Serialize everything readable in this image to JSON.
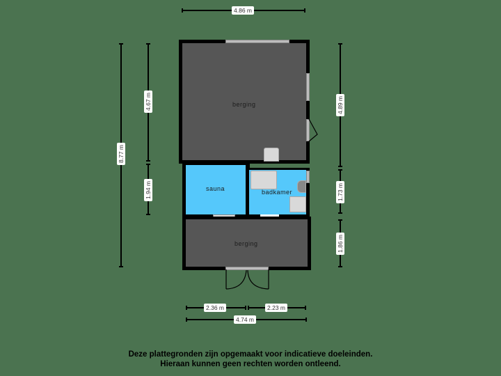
{
  "floorplan": {
    "rooms": [
      {
        "id": "berging-top",
        "label": "berging",
        "color": "#565656"
      },
      {
        "id": "sauna",
        "label": "sauna",
        "color": "#55c8fb"
      },
      {
        "id": "badkamer",
        "label": "badkamer",
        "color": "#55c8fb"
      },
      {
        "id": "berging-bottom",
        "label": "berging",
        "color": "#565656"
      }
    ],
    "dimensions": {
      "top_width": "4.86 m",
      "left_total": "8.77 m",
      "left_upper": "4.67 m",
      "left_lower": "1.94 m",
      "right_upper": "4.89 m",
      "right_middle": "1.73 m",
      "right_lower": "1.86 m",
      "bottom_left": "2.36 m",
      "bottom_right": "2.23 m",
      "bottom_total": "4.74 m"
    },
    "background_color": "#4b7350"
  },
  "footer": {
    "line1": "Deze plattegronden zijn opgemaakt voor indicatieve doeleinden.",
    "line2": "Hieraan kunnen geen rechten worden ontleend."
  }
}
